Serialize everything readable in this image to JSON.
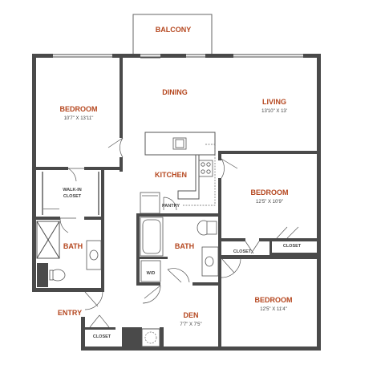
{
  "rooms": {
    "balcony": {
      "name": "BALCONY"
    },
    "dining": {
      "name": "DINING"
    },
    "living": {
      "name": "LIVING",
      "dims": "13'10\" X 13'"
    },
    "bedroom1": {
      "name": "BEDROOM",
      "dims": "10'7\" X 13'11\""
    },
    "kitchen": {
      "name": "KITCHEN"
    },
    "pantry": {
      "name": "PANTRY"
    },
    "walkin_closet": {
      "line1": "WALK-IN",
      "line2": "CLOSET"
    },
    "bedroom2": {
      "name": "BEDROOM",
      "dims": "12'5\" X 10'9\""
    },
    "bath1": {
      "name": "BATH"
    },
    "bath2": {
      "name": "BATH"
    },
    "wd": {
      "name": "W/D"
    },
    "closet_bed2": {
      "name": "CLOSET"
    },
    "closet_hall": {
      "name": "CLOSET"
    },
    "bedroom3": {
      "name": "BEDROOM",
      "dims": "12'5\" X 11'4\""
    },
    "entry": {
      "name": "ENTRY"
    },
    "den": {
      "name": "DEN",
      "dims": "7'7\" X 7'5\""
    },
    "closet_entry": {
      "name": "CLOSET"
    }
  }
}
